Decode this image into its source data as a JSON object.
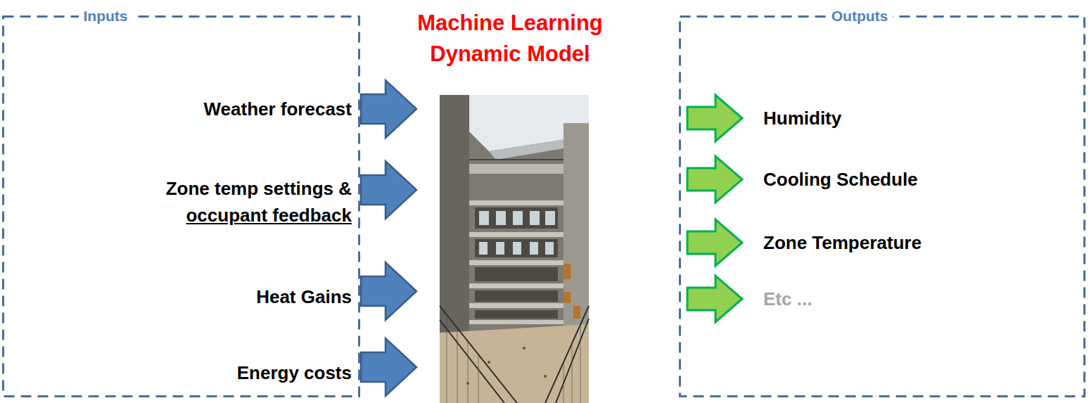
{
  "diagram": {
    "nodes": [
      {
        "text": [
          "Inputs"
        ]
      },
      {
        "text": [
          "Machine Learning Dynamic Model"
        ]
      },
      {
        "text": [
          "Outputs"
        ]
      }
    ],
    "edges": [
      {
        "from": 0,
        "to": 1,
        "arrow": "to"
      },
      {
        "from": 0,
        "to": 1,
        "arrow": "to"
      },
      {
        "from": 0,
        "to": 1,
        "arrow": "to"
      },
      {
        "from": 0,
        "to": 1,
        "arrow": "to"
      }
    ],
    "labels": [
      "Weather forecast",
      "Zone temp settings &",
      "occupant feedback",
      "Heat Gains",
      "Energy costs",
      "Humidity",
      "Cooling Schedule",
      "Zone Temperature",
      "Etc ..."
    ]
  }
}
